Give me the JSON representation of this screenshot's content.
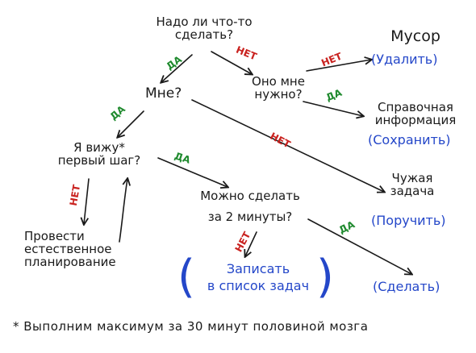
{
  "nodes": {
    "start_l1": "Надо ли что-то",
    "start_l2": "сделать?",
    "trash": "Мусор",
    "trash_action": "(Удалить)",
    "need_l1": "Оно мне",
    "need_l2": "нужно?",
    "reference_l1": "Справочная",
    "reference_l2": "информация",
    "reference_action": "(Сохранить)",
    "me": "Мне?",
    "see_step_l1": "Я вижу*",
    "see_step_l2": "первый шаг?",
    "other_l1": "Чужая",
    "other_l2": "задача",
    "other_action": "(Поручить)",
    "two_min_l1": "Можно сделать",
    "two_min_l2": "за 2 минуты?",
    "planning_l1": "Провести",
    "planning_l2": "естественное",
    "planning_l3": "планирование",
    "list_l1": "Записать",
    "list_l2": "в список задач",
    "do_action": "(Сделать)"
  },
  "edge_labels": {
    "start_me": "ДА",
    "start_need": "НЕТ",
    "need_trash": "НЕТ",
    "need_reference": "ДА",
    "me_see": "ДА",
    "me_other": "НЕТ",
    "see_twomin": "ДА",
    "see_planning": "НЕТ",
    "twomin_list": "НЕТ",
    "twomin_do": "ДА"
  },
  "footnote": "* Выполним максимум за 30 минут половиной мозга",
  "colors": {
    "yes": "#1f8a2e",
    "no": "#c9221f",
    "action": "#2447c9",
    "ink": "#1a1a1a"
  }
}
